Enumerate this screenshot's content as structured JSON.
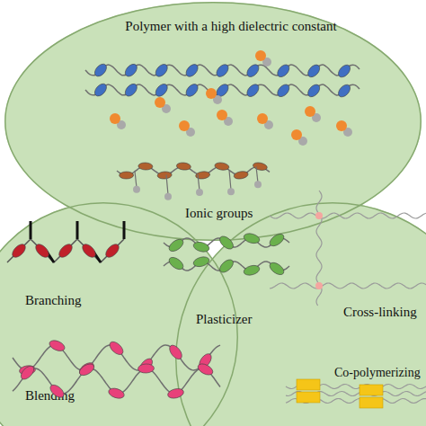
{
  "diagram": {
    "nodes": [
      {
        "text": [
          "Polymer with a high dielectric constant"
        ]
      },
      {
        "text": [
          "Branching",
          "Blending"
        ]
      },
      {
        "text": [
          "Cross-linking",
          "Co-polymerizing"
        ]
      }
    ],
    "labels": [
      "Ionic groups",
      "Plasticizer"
    ]
  }
}
